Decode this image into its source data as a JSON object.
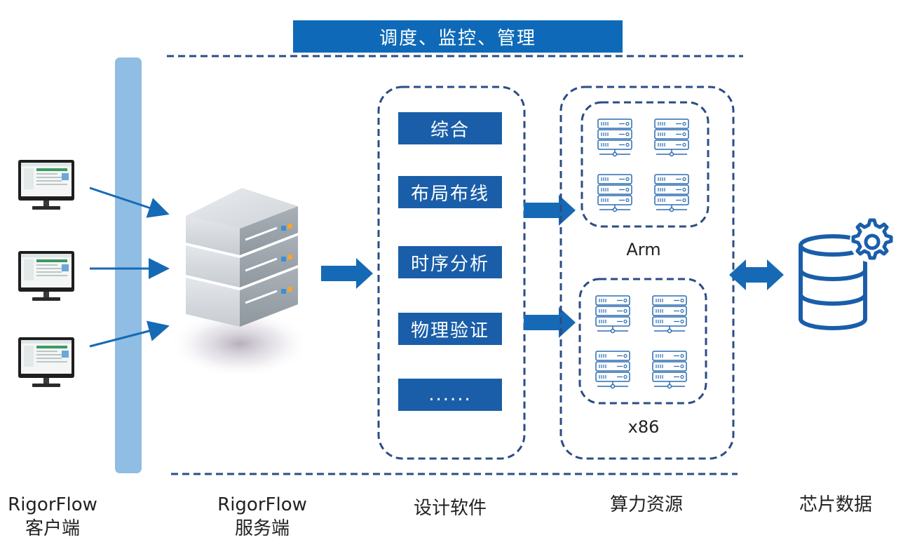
{
  "banner": {
    "title": "调度、监控、管理"
  },
  "modules": [
    {
      "label": "综合"
    },
    {
      "label": "布局布线"
    },
    {
      "label": "时序分析"
    },
    {
      "label": "物理验证"
    },
    {
      "label": "......"
    }
  ],
  "clusters": {
    "arm": {
      "label": "Arm"
    },
    "x86": {
      "label": "x86"
    }
  },
  "columns": {
    "client": {
      "line1": "RigorFlow",
      "line2": "客户端"
    },
    "server": {
      "line1": "RigorFlow",
      "line2": "服务端"
    },
    "design": {
      "label": "设计软件"
    },
    "compute": {
      "label": "算力资源"
    },
    "chipdata": {
      "label": "芯片数据"
    }
  },
  "colors": {
    "brand_blue": "#0e6ab8",
    "module_blue": "#1a5ea9",
    "dash_blue": "#2b4d85",
    "bus_blue": "#8fbde3",
    "arrow_blue": "#1669b5"
  }
}
